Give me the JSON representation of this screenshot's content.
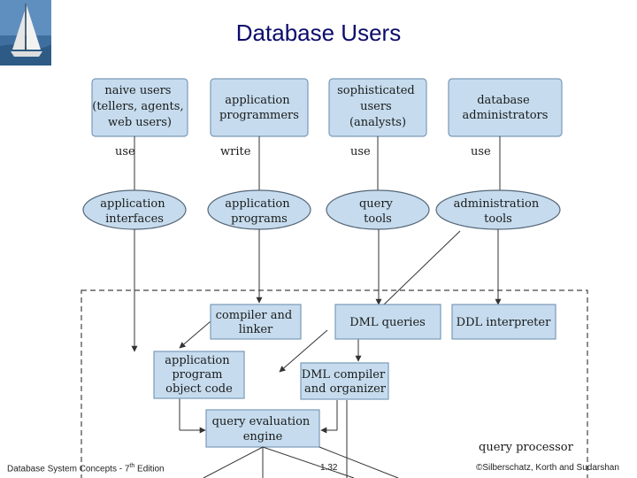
{
  "title": "Database Users",
  "users": [
    {
      "lines": [
        "naive users",
        "(tellers, agents,",
        "web users)"
      ],
      "action": "use"
    },
    {
      "lines": [
        "application",
        "programmers"
      ],
      "action": "write"
    },
    {
      "lines": [
        "sophisticated",
        "users",
        "(analysts)"
      ],
      "action": "use"
    },
    {
      "lines": [
        "database",
        "administrators"
      ],
      "action": "use"
    }
  ],
  "tools": [
    {
      "lines": [
        "application",
        "interfaces"
      ]
    },
    {
      "lines": [
        "application",
        "programs"
      ]
    },
    {
      "lines": [
        "query",
        "tools"
      ]
    },
    {
      "lines": [
        "administration",
        "tools"
      ]
    }
  ],
  "processor": {
    "compiler": [
      "compiler and",
      "linker"
    ],
    "dml_queries": [
      "DML queries"
    ],
    "ddl_interpreter": [
      "DDL interpreter"
    ],
    "object_code": [
      "application",
      "program",
      "object code"
    ],
    "dml_compiler": [
      "DML compiler",
      "and organizer"
    ],
    "query_engine": [
      "query evaluation",
      "engine"
    ],
    "label": "query processor"
  },
  "footer": {
    "left": "Database System Concepts - 7",
    "left_sup": "th",
    "left_suffix": " Edition",
    "center": "1.32",
    "right": "©Silberschatz, Korth and Sudarshan"
  },
  "colors": {
    "box_fill": "#c6dcee",
    "title": "#0b0b6b"
  }
}
